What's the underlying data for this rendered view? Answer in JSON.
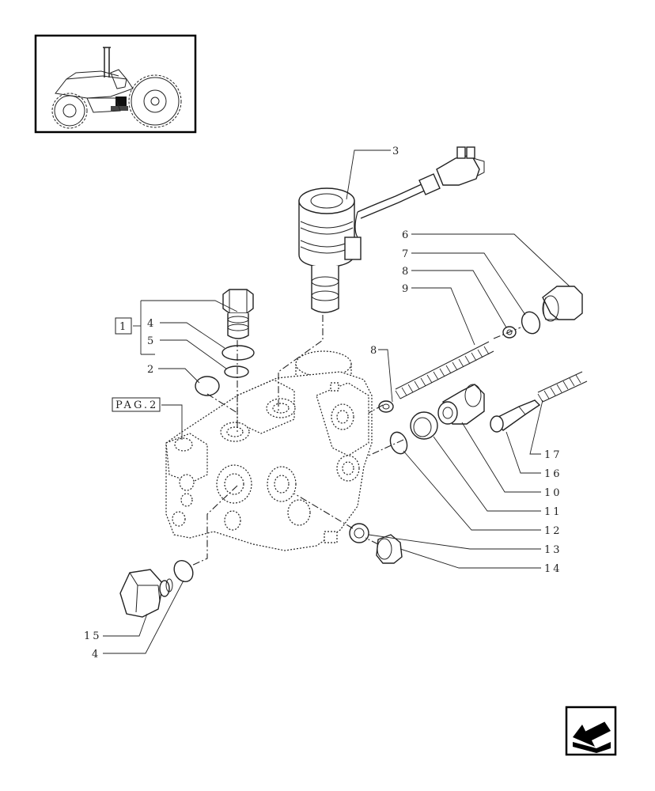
{
  "callouts": {
    "c1": "1",
    "c2": "2",
    "c3": "3",
    "c4a": "4",
    "c4b": "4",
    "c5": "5",
    "c6": "6",
    "c7": "7",
    "c8a": "8",
    "c8b": "8",
    "c9": "9",
    "c10": "10",
    "c11": "11",
    "c12": "12",
    "c13": "13",
    "c14": "14",
    "c15": "15",
    "c16": "16",
    "c17": "17",
    "pag": "PAG.2"
  },
  "icons": {
    "thumbnail": "tractor-icon",
    "navigation": "back-arrow-icon"
  }
}
